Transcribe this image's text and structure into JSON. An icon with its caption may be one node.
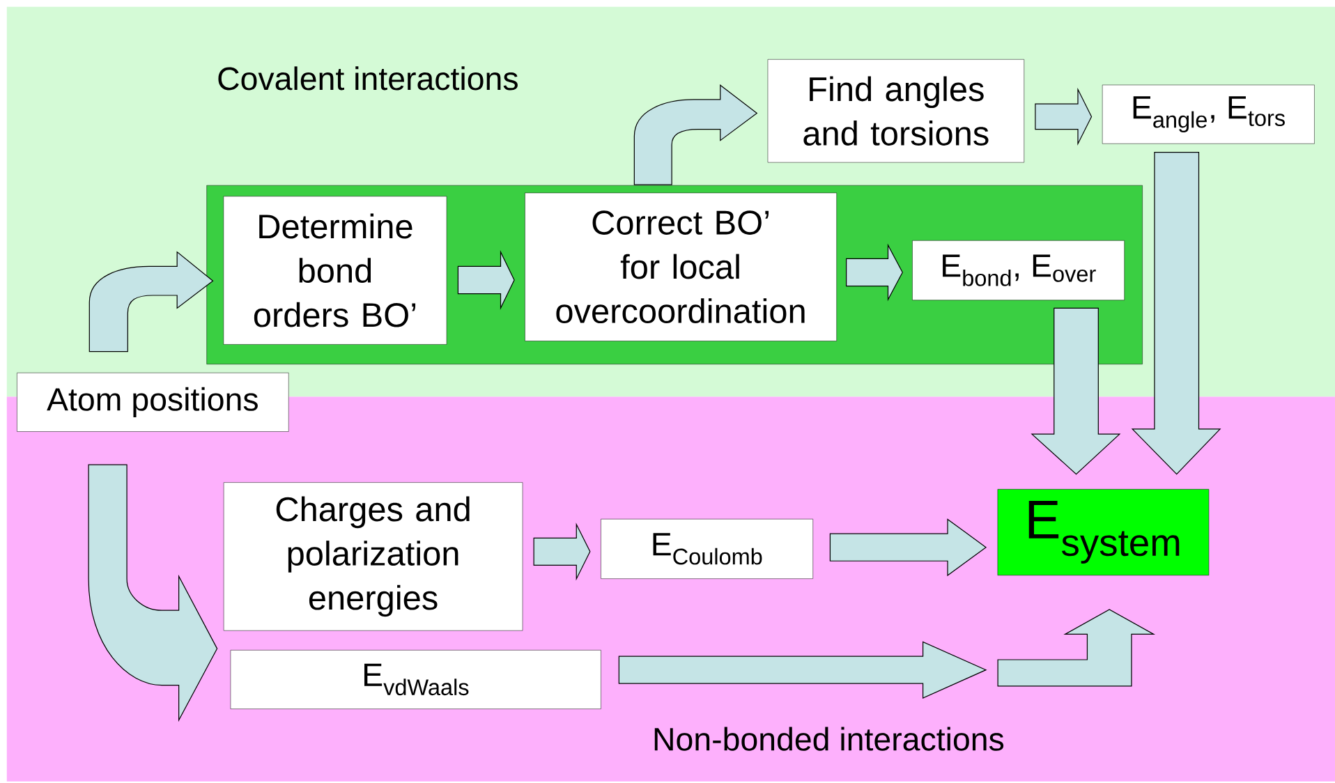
{
  "diagram": {
    "nodes": [
      {
        "text": [
          "Covalent interactions"
        ]
      },
      {
        "text": [
          "Non-bonded interactions"
        ]
      },
      {
        "text": [],
        "shape": "box",
        "in": 0
      },
      {
        "text": [
          "Atom positions"
        ]
      },
      {
        "text": [
          "Determine bond orders BO’"
        ],
        "in": 2
      },
      {
        "text": [
          "Correct BO’ for local overcoordination"
        ],
        "in": 2
      },
      {
        "text": [
          "E$_{bond}$, E$_{over}$"
        ],
        "in": 2
      },
      {
        "text": [
          "Find angles and torsions"
        ],
        "in": 0
      },
      {
        "text": [
          "E$_{angle}$, E$_{tors}$"
        ],
        "in": 0
      },
      {
        "text": [
          "Charges and polarization energies"
        ],
        "in": 1
      },
      {
        "text": [
          "E$_{Coulomb}$"
        ],
        "in": 1
      },
      {
        "text": [
          "E$_{vdWaals}$"
        ],
        "in": 1
      },
      {
        "text": [
          "E$_{system}$"
        ],
        "in": 1
      }
    ],
    "edges": [
      {
        "from": 3,
        "to": 4,
        "arrow": "to"
      },
      {
        "from": 4,
        "to": 5,
        "arrow": "to"
      },
      {
        "from": 5,
        "to": 6,
        "arrow": "to"
      },
      {
        "from": 2,
        "to": 7,
        "arrow": "to"
      },
      {
        "from": 7,
        "to": 8,
        "arrow": "to"
      },
      {
        "from": 6,
        "to": 12,
        "arrow": "to"
      },
      {
        "from": 8,
        "to": 12,
        "arrow": "to"
      },
      {
        "from": 3,
        "to": 9,
        "arrow": "to"
      },
      {
        "from": 3,
        "to": 11,
        "arrow": "to"
      },
      {
        "from": 9,
        "to": 10,
        "arrow": "to"
      },
      {
        "from": 10,
        "to": 12,
        "arrow": "to"
      },
      {
        "from": 11,
        "to": 12,
        "arrow": "to"
      }
    ]
  }
}
